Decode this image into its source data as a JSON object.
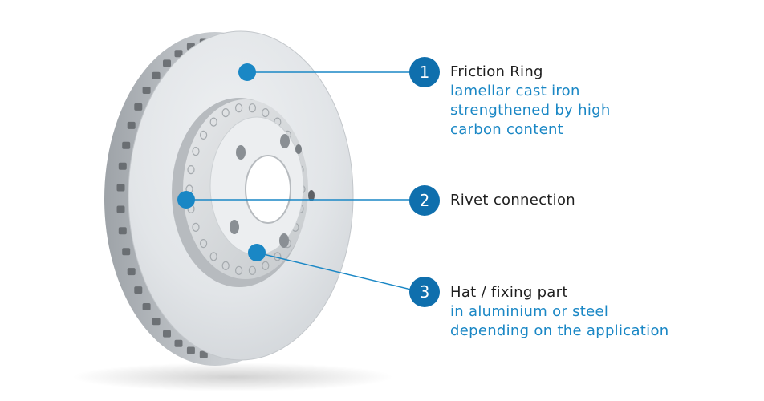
{
  "callouts": [
    {
      "number": "1",
      "title": "Friction Ring",
      "detail_lines": [
        "lamellar cast iron",
        "strengthened by high",
        "carbon content"
      ]
    },
    {
      "number": "2",
      "title": "Rivet connection",
      "detail_lines": []
    },
    {
      "number": "3",
      "title": "Hat / fixing part",
      "detail_lines": [
        "in aluminium or steel",
        "depending on the application"
      ]
    }
  ],
  "colors": {
    "badge": "#0f6fad",
    "leader_line": "#1a87c5",
    "marker_dot": "#1a87c5",
    "detail_text": "#1a87c5",
    "title_text": "#1f1f1f",
    "disc_surface": "#e4e6e8",
    "disc_shadow": "#b9bdc1"
  },
  "image": {
    "subject": "brake-disc",
    "markers": [
      "friction-ring-marker",
      "rivet-connection-marker",
      "hat-marker"
    ]
  }
}
